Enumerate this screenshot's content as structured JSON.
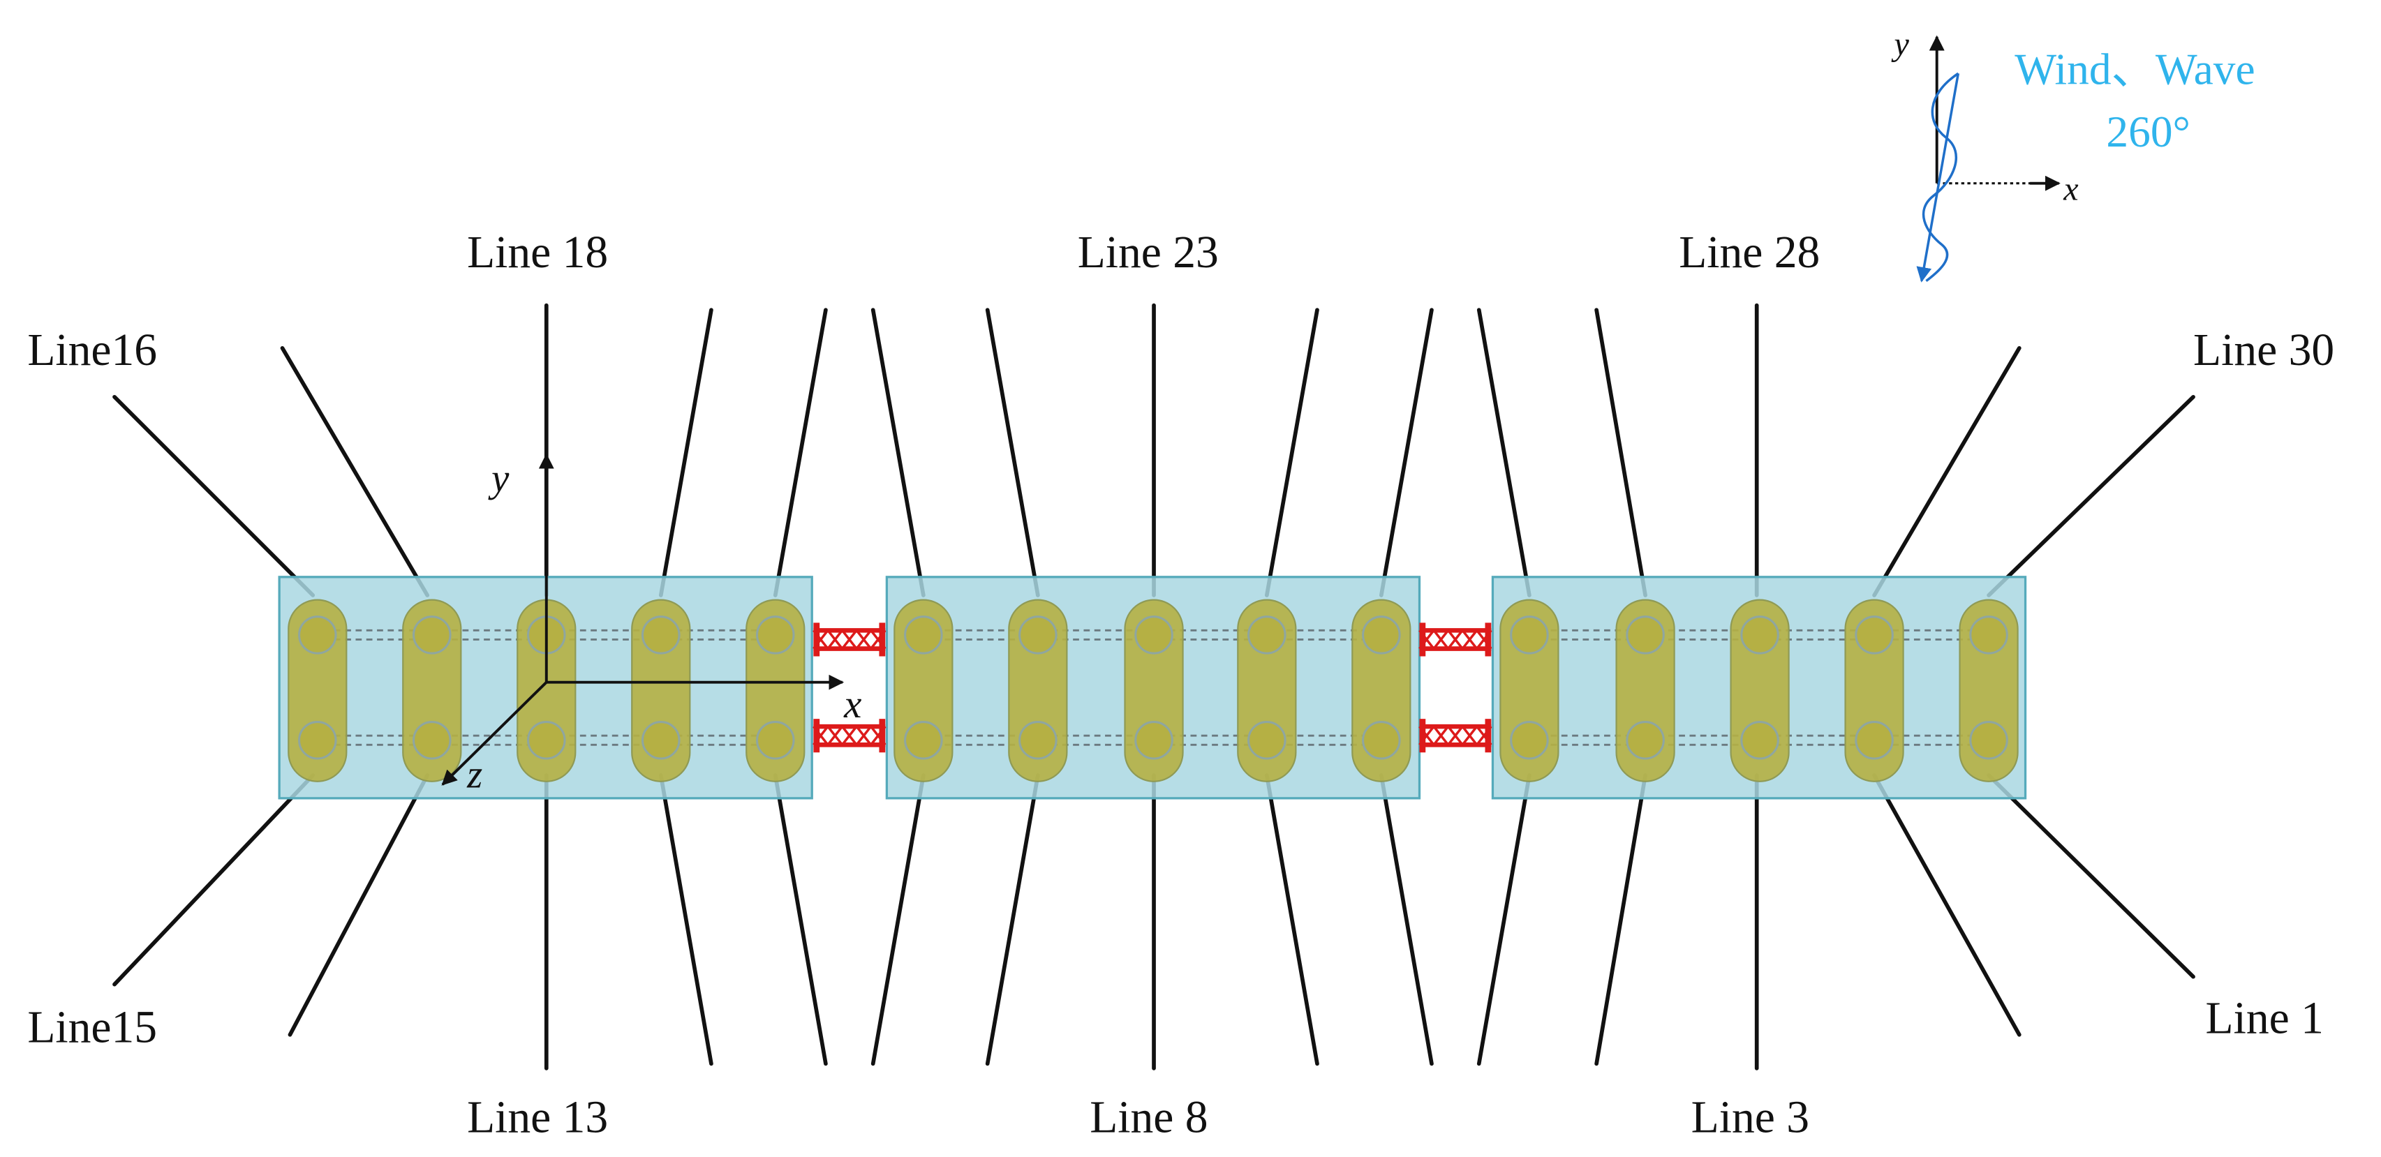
{
  "line_labels": {
    "line16": "Line16",
    "line18": "Line 18",
    "line23": "Line 23",
    "line28": "Line 28",
    "line30": "Line 30",
    "line15": "Line15",
    "line13": "Line 13",
    "line8": "Line 8",
    "line3": "Line 3",
    "line1": "Line 1"
  },
  "axes": {
    "x": "x",
    "y": "y",
    "z": "z"
  },
  "inset": {
    "x": "x",
    "y": "y",
    "wind_label": "Wind、Wave",
    "angle": "260°"
  },
  "colors": {
    "module_fill": "#a9d7e2",
    "module_stroke": "#55aabb",
    "column_fill": "#b5b044",
    "connector": "#dd1a1a",
    "mooring_line": "#111111",
    "wind_text": "#2fb4ec",
    "wave_line": "#1f6fc9"
  },
  "structure": {
    "modules": 3,
    "columns_per_module": 5,
    "mooring_lines": 30
  }
}
